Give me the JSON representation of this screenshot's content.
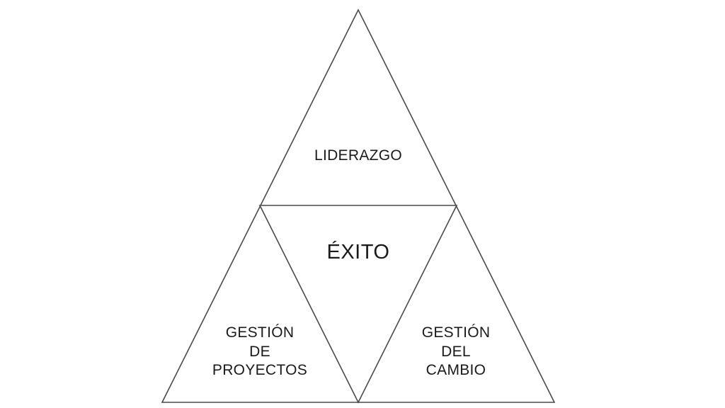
{
  "diagram": {
    "top_label": "LIDERAZGO",
    "center_label": "ÉXITO",
    "left_label": [
      "GESTIÓN",
      "DE",
      "PROYECTOS"
    ],
    "right_label": [
      "GESTIÓN",
      "DEL",
      "CAMBIO"
    ],
    "line_color": "#4a4a4a",
    "text_color": "#1a1a1a"
  }
}
